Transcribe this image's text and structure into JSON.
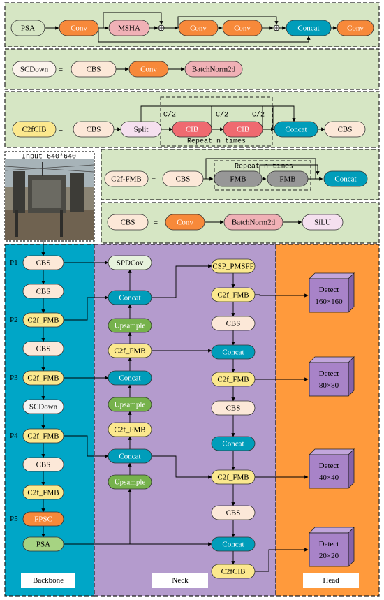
{
  "panels": {
    "psa": {
      "name": "PSA",
      "nodes": [
        "Conv",
        "MSHA",
        "Conv",
        "Conv",
        "Concat",
        "Conv"
      ]
    },
    "scdown": {
      "name": "SCDown",
      "eq": "=",
      "nodes": [
        "CBS",
        "Conv",
        "BatchNorm2d"
      ]
    },
    "c2fcib": {
      "name": "C2fCIB",
      "eq": "=",
      "nodes": [
        "CBS",
        "Split",
        "CIB",
        "CIB",
        "Concat",
        "CBS"
      ],
      "split_labels": [
        "C/2",
        "C/2",
        "C/2"
      ],
      "repeat": "Repeat n times"
    },
    "c2ffmb": {
      "name": "C2f-FMB",
      "eq": "=",
      "nodes": [
        "CBS",
        "FMB",
        "FMB",
        "Concat"
      ],
      "repeat": "Repeat n times"
    },
    "cbs": {
      "name": "CBS",
      "eq": "=",
      "nodes": [
        "Conv",
        "BatchNorm2d",
        "SiLU"
      ]
    }
  },
  "input": {
    "label": "Input 640*640"
  },
  "backbone": {
    "title": "Backbone",
    "stages": [
      "P1",
      "P2",
      "P3",
      "P4",
      "P5"
    ],
    "nodes": [
      "CBS",
      "CBS",
      "C2f_FMB",
      "CBS",
      "C2f_FMB",
      "SCDown",
      "C2f_FMB",
      "CBS",
      "C2f_FMB",
      "FPSC",
      "PSA"
    ]
  },
  "neck": {
    "title": "Neck",
    "left": [
      "SPDCov",
      "Concat",
      "Upsample",
      "C2f_FMB",
      "Concat",
      "Upsample",
      "C2f_FMB",
      "Concat",
      "Upsample"
    ],
    "right": [
      "CSP_PMSFF",
      "C2f_FMB",
      "CBS",
      "Concat",
      "C2f_FMB",
      "CBS",
      "Concat",
      "C2f_FMB",
      "CBS",
      "Concat",
      "C2fCIB"
    ]
  },
  "head": {
    "title": "Head",
    "detects": [
      {
        "label": "Detect",
        "size": "160×160"
      },
      {
        "label": "Detect",
        "size": "80×80"
      },
      {
        "label": "Detect",
        "size": "40×40"
      },
      {
        "label": "Detect",
        "size": "20×20"
      }
    ]
  },
  "colors": {
    "panel_bg": "#d6e6c4",
    "backbone_bg": "#00a6c7",
    "neck_bg": "#b49bcd",
    "head_bg": "#ff9a3c",
    "conv": "#f7893a",
    "msha": "#f0b1b6",
    "concat": "#009dba",
    "cbs": "#fce8d8",
    "split": "#f5e0ef",
    "cib": "#ef6a70",
    "fmb": "#979797",
    "c2f": "#fbe88e",
    "upsample": "#76b24c",
    "spd": "#e6f2dc",
    "fpsc": "#f7893a",
    "psa": "#a6d382",
    "scdown": "#f3f3f3",
    "detect": "#a883c8"
  }
}
